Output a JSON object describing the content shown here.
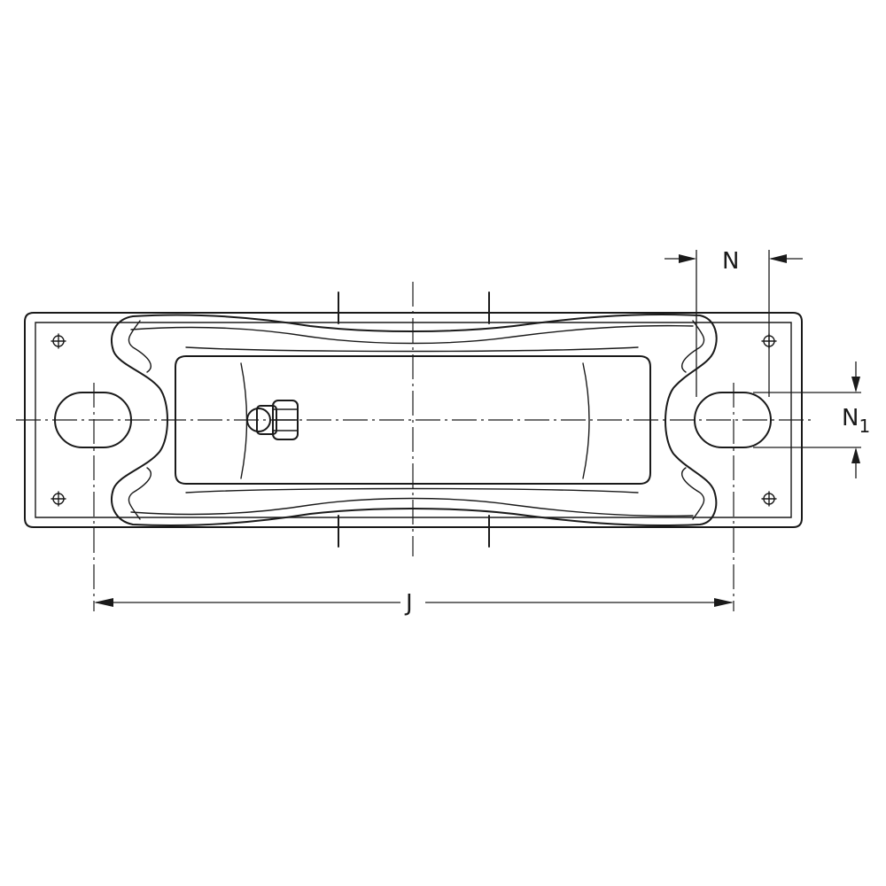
{
  "dimensions": {
    "N": "N",
    "N1_base": "N",
    "N1_sub": "1",
    "J": "J"
  }
}
